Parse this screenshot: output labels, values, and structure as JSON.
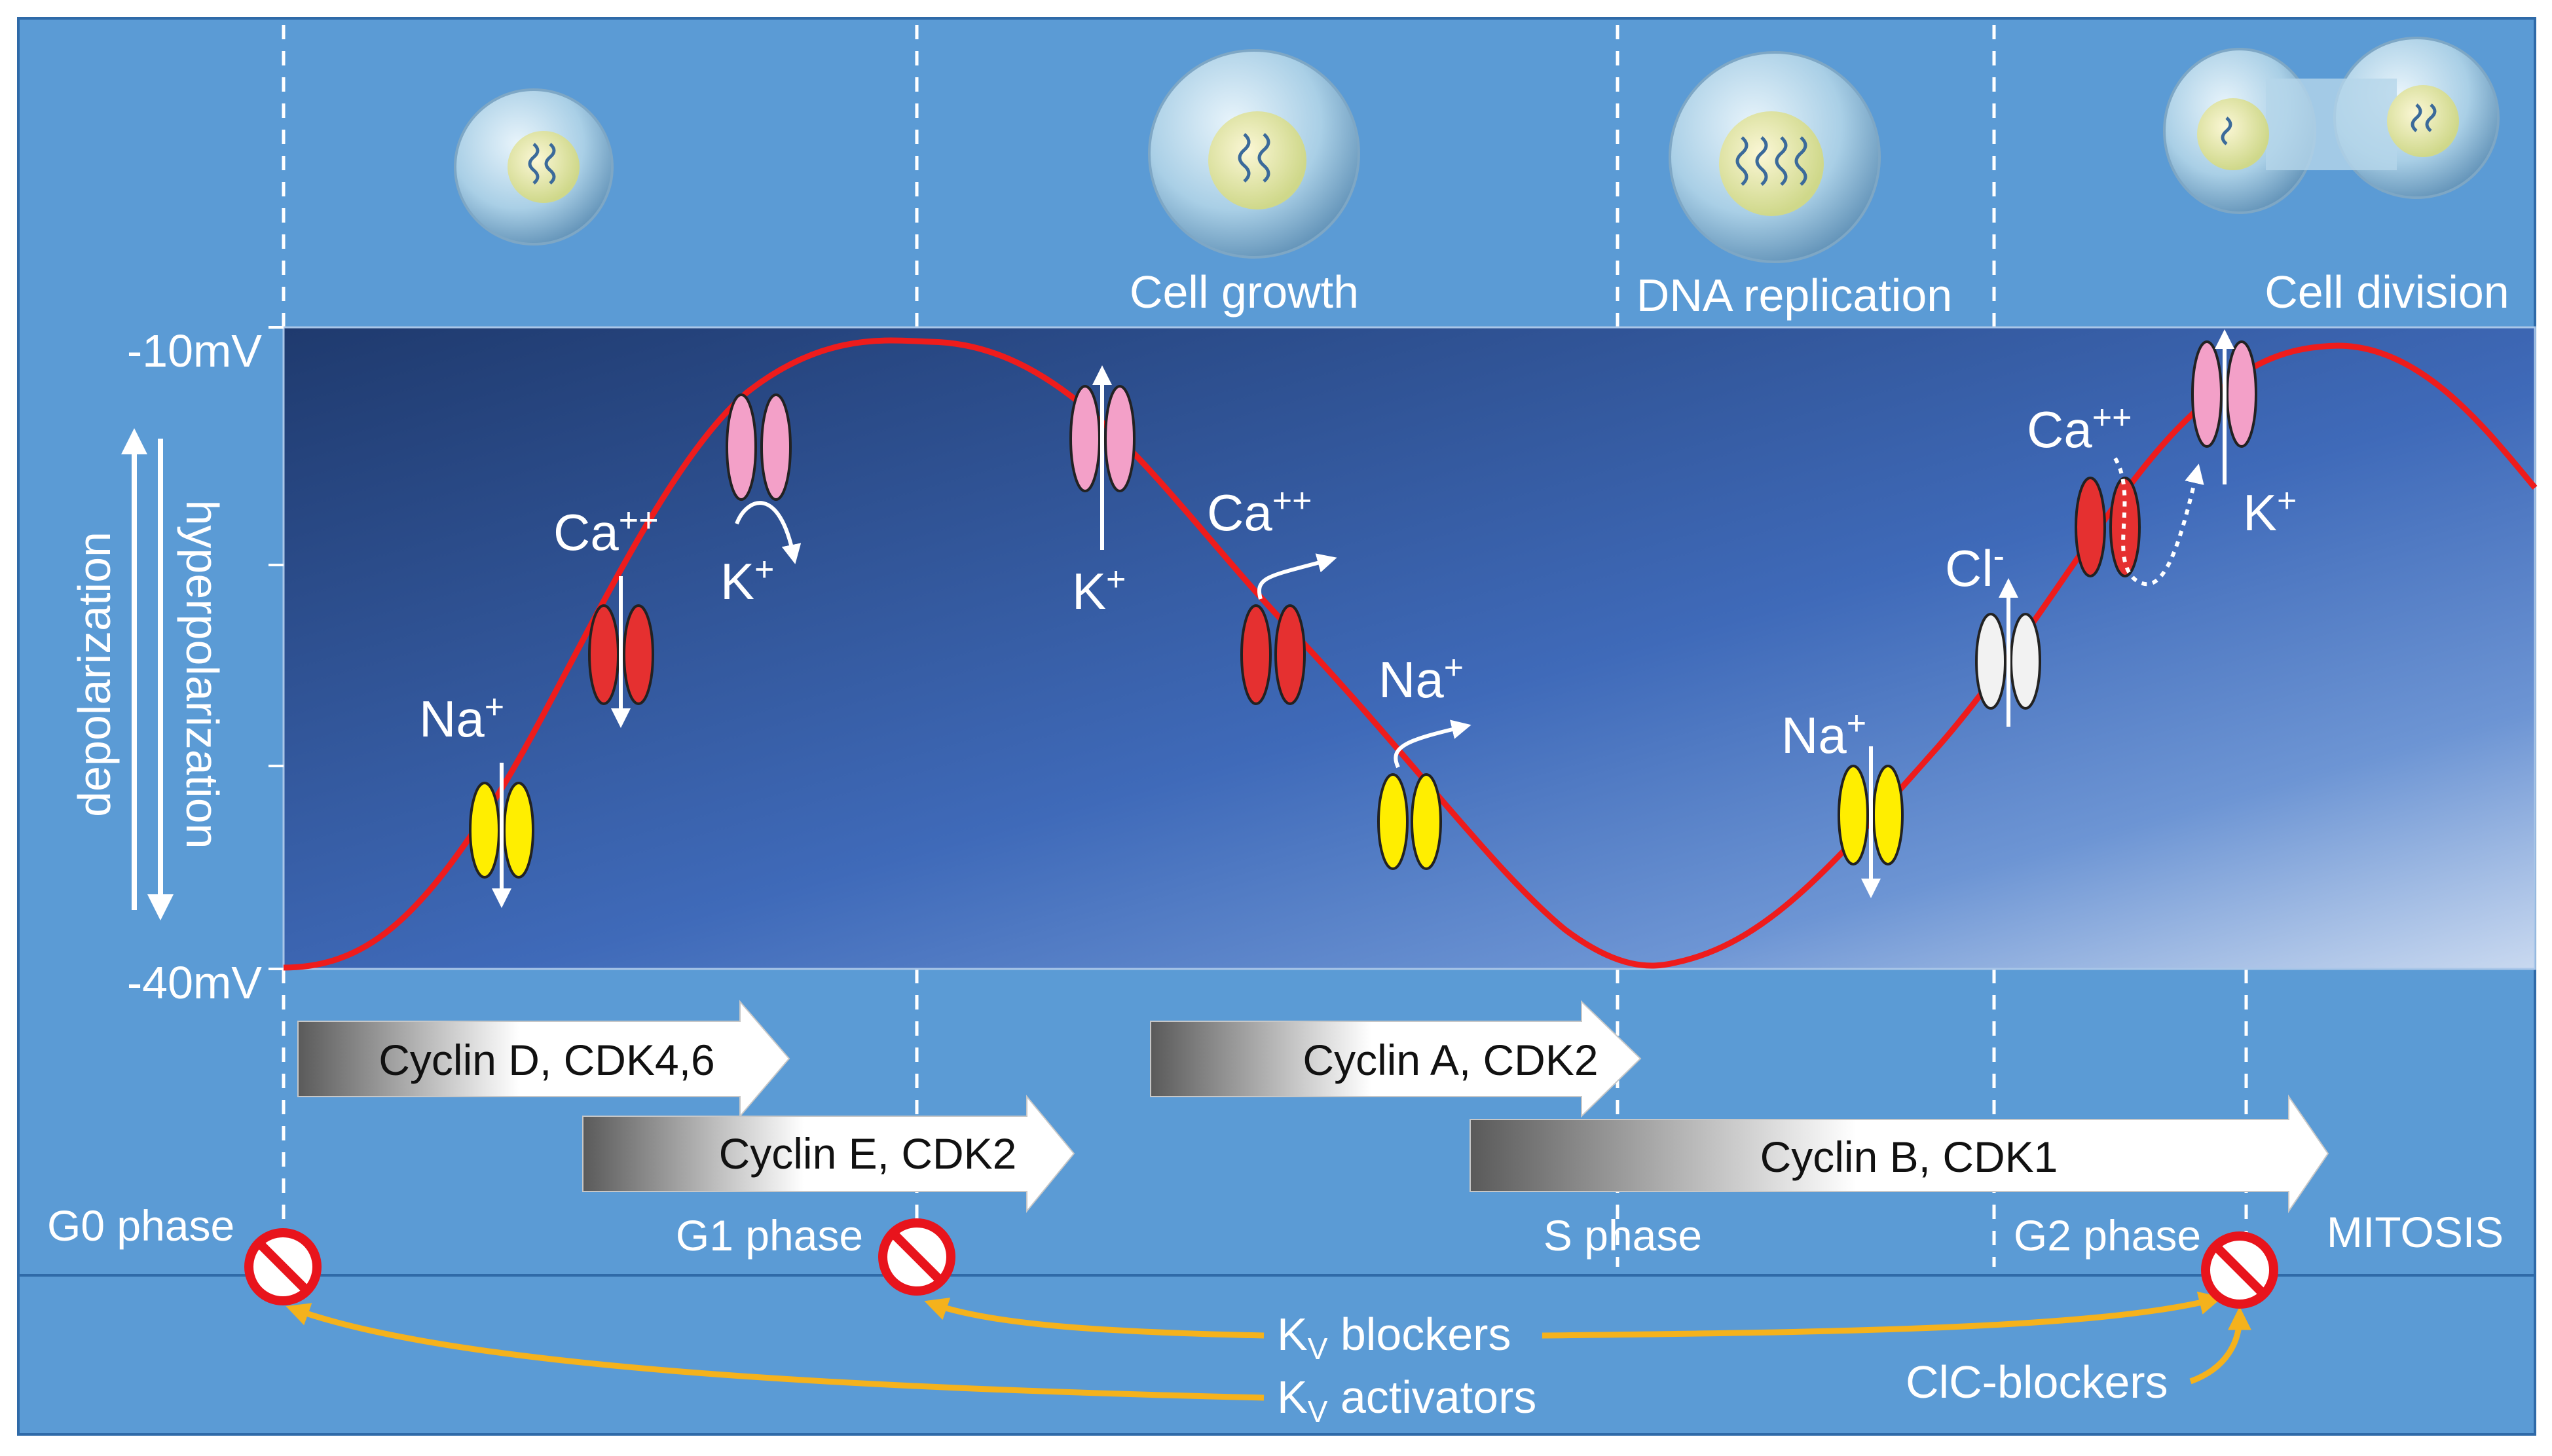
{
  "colors": {
    "background": "#5b9bd5",
    "panel_dark": "#1f3a6e",
    "panel_light": "#c9d9f0",
    "membrane_curve": "#ee1c1c",
    "na_channel": "#ffee00",
    "ca_channel": "#e53030",
    "k_channel": "#f3a0c8",
    "cl_channel": "#f2f2f2",
    "block_sign": "#e8141c",
    "drug_arrow": "#f5b21c",
    "cyclin_arrow_dark": "#5a5a5a"
  },
  "stages": {
    "cell_growth": "Cell growth",
    "dna_replication": "DNA replication",
    "cell_division": "Cell division"
  },
  "voltage": {
    "top": "-10mV",
    "bottom": "-40mV",
    "depolarization": "depolarization",
    "hyperpolarization": "hyperpolarization"
  },
  "ions": {
    "na": "Na",
    "na_charge": "+",
    "ca": "Ca",
    "ca_charge": "++",
    "k": "K",
    "k_charge": "+",
    "cl": "Cl",
    "cl_charge": "-"
  },
  "cyclins": [
    "Cyclin D, CDK4,6",
    "Cyclin E, CDK2",
    "Cyclin A, CDK2",
    "Cyclin B, CDK1"
  ],
  "phases": {
    "g0": "G0 phase",
    "g1": "G1 phase",
    "s": "S phase",
    "g2": "G2 phase",
    "mitosis": "MITOSIS"
  },
  "drugs": {
    "kv_letter": "K",
    "kv_sub": "V",
    "blockers_suffix": " blockers",
    "activators_suffix": " activators",
    "clc_blockers": "ClC-blockers"
  }
}
